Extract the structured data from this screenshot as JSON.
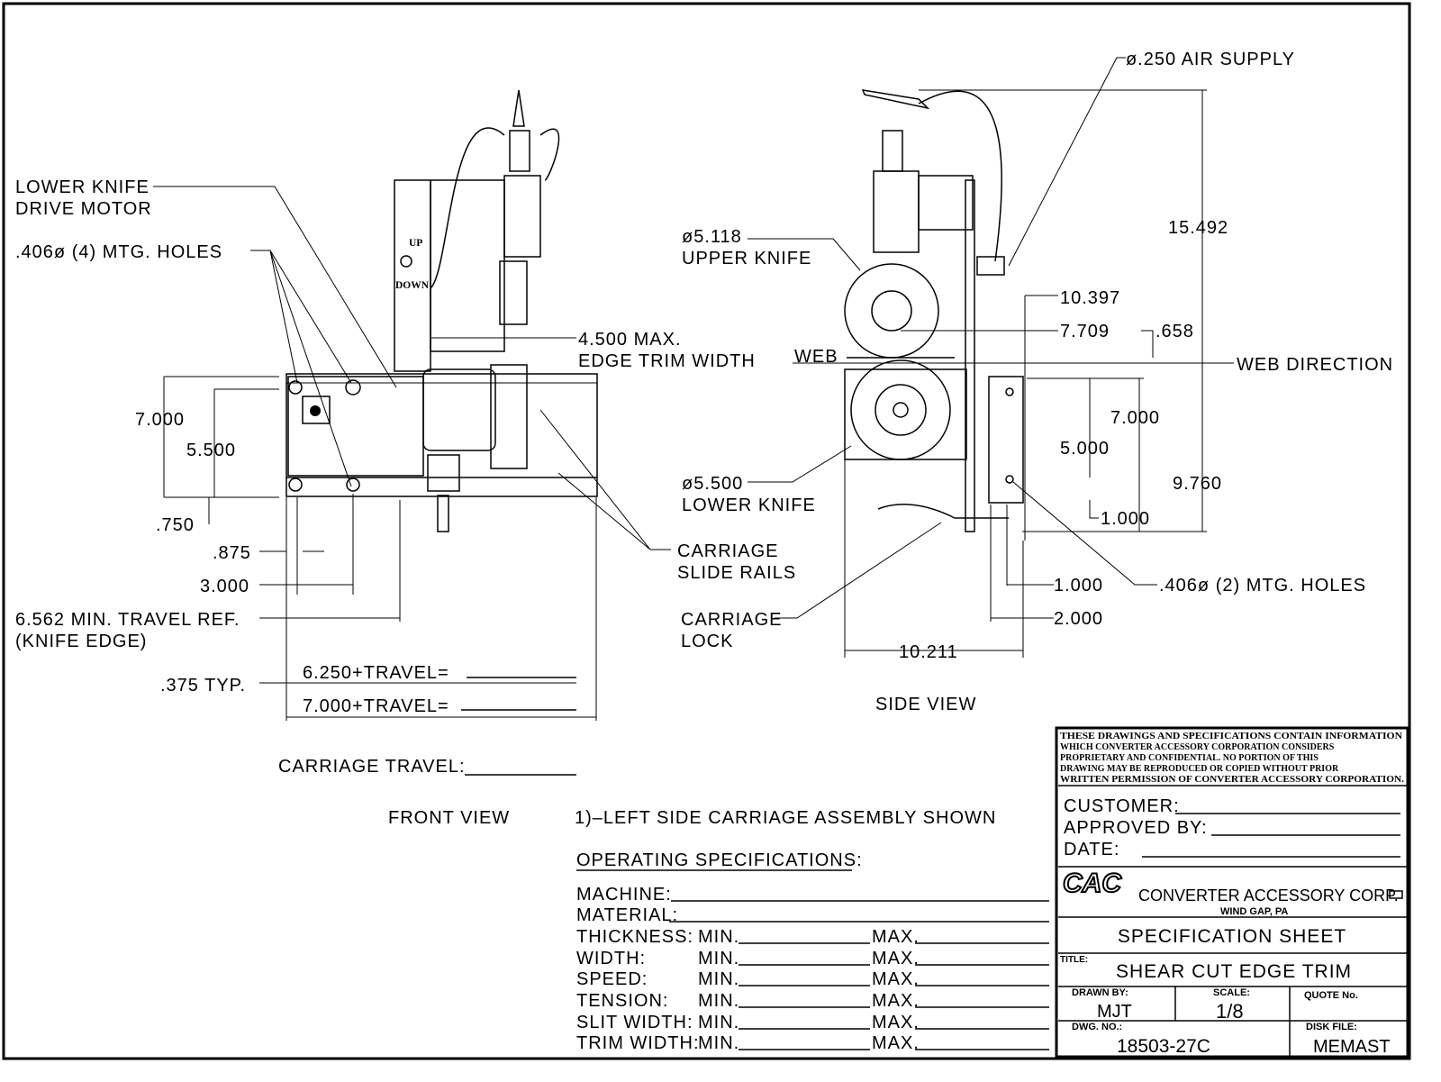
{
  "front_view": {
    "labels": {
      "lower_knife_1": "LOWER KNIFE",
      "lower_knife_2": "DRIVE MOTOR",
      "mtg_holes": ".406ø (4) MTG. HOLES",
      "up": "UP",
      "down": "DOWN",
      "edge_trim_1": "4.500 MAX.",
      "edge_trim_2": "EDGE TRIM WIDTH",
      "carriage_rails_1": "CARRIAGE",
      "carriage_rails_2": "SLIDE RAILS",
      "min_travel_1": "6.562 MIN. TRAVEL REF.",
      "min_travel_2": "(KNIFE EDGE)",
      "typ": ".375 TYP.",
      "travel_6250": "6.250+TRAVEL=",
      "travel_7000": "7.000+TRAVEL=",
      "carriage_travel": "CARRIAGE TRAVEL:",
      "view_title": "FRONT VIEW"
    },
    "dimensions": {
      "d7000": "7.000",
      "d5500": "5.500",
      "d750": ".750",
      "d875": ".875",
      "d3000": "3.000"
    }
  },
  "side_view": {
    "labels": {
      "air_supply": "ø.250 AIR SUPPLY",
      "upper_knife_1": "ø5.118",
      "upper_knife_2": "UPPER KNIFE",
      "web": "WEB",
      "web_direction": "WEB DIRECTION",
      "lower_knife_1": "ø5.500",
      "lower_knife_2": "LOWER KNIFE",
      "carriage_lock_1": "CARRIAGE",
      "carriage_lock_2": "LOCK",
      "mtg_holes": ".406ø (2) MTG. HOLES",
      "view_title": "SIDE VIEW"
    },
    "dimensions": {
      "d15492": "15.492",
      "d10397": "10.397",
      "d7709": "7.709",
      "d658": ".658",
      "d7000": "7.000",
      "d5000": "5.000",
      "d9760": "9.760",
      "d1000a": "1.000",
      "d1000b": "1.000",
      "d2000": "2.000",
      "d10211": "10.211"
    }
  },
  "note": "1)–LEFT SIDE CARRIAGE ASSEMBLY SHOWN",
  "operating_specs": {
    "heading": "OPERATING SPECIFICATIONS:",
    "machine": "MACHINE:",
    "material": "MATERIAL:",
    "rows": [
      {
        "label": "THICKNESS:",
        "min": "MIN.",
        "max": "MAX."
      },
      {
        "label": "WIDTH:",
        "min": "MIN.",
        "max": "MAX."
      },
      {
        "label": "SPEED:",
        "min": "MIN.",
        "max": "MAX."
      },
      {
        "label": "TENSION:",
        "min": "MIN.",
        "max": "MAX."
      },
      {
        "label": "SLIT WIDTH:",
        "min": "MIN.",
        "max": "MAX."
      },
      {
        "label": "TRIM WIDTH:",
        "min": "MIN.",
        "max": "MAX."
      }
    ]
  },
  "title_block": {
    "disclaimer": [
      "THESE DRAWINGS AND SPECIFICATIONS CONTAIN INFORMATION",
      "WHICH CONVERTER ACCESSORY CORPORATION CONSIDERS",
      "PROPRIETARY AND CONFIDENTIAL. NO PORTION OF THIS",
      "DRAWING MAY BE REPRODUCED OR COPIED WITHOUT PRIOR",
      "WRITTEN PERMISSION OF CONVERTER ACCESSORY CORPORATION."
    ],
    "customer": "CUSTOMER:",
    "approved_by": "APPROVED BY:",
    "date": "DATE:",
    "logo_text": "CAC",
    "company": "CONVERTER ACCESSORY CORP.",
    "location": "WIND GAP, PA",
    "sheet_type": "SPECIFICATION SHEET",
    "title_label": "TITLE:",
    "title": "SHEAR CUT EDGE TRIM",
    "drawn_by_label": "DRAWN BY:",
    "drawn_by": "MJT",
    "scale_label": "SCALE:",
    "scale": "1/8",
    "quote_label": "QUOTE No.",
    "dwg_label": "DWG. NO.:",
    "dwg_no": "18503-27C",
    "disk_label": "DISK FILE:",
    "disk_file": "MEMAST"
  }
}
